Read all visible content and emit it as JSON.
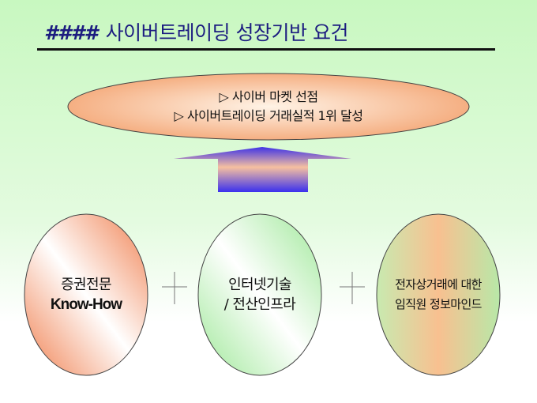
{
  "title": {
    "hash": "####",
    "text": "사이버트레이딩 성장기반 요건"
  },
  "goal": {
    "lines": [
      "▷ 사이버 마켓 선점",
      "▷ 사이버트레이딩 거래실적 1위 달성"
    ]
  },
  "requirements": [
    {
      "line1": "증권전문",
      "line2": "Know-How"
    },
    {
      "line1": "인터넷기술",
      "line2": "/ 전산인프라"
    },
    {
      "line1": "전자상거래에 대한",
      "line2": "임직원 정보마인드"
    }
  ],
  "colors": {
    "title": "#1c1c80",
    "arrow": "#3a2ee8",
    "orange": "#f4a070",
    "green": "#a8eea0"
  }
}
